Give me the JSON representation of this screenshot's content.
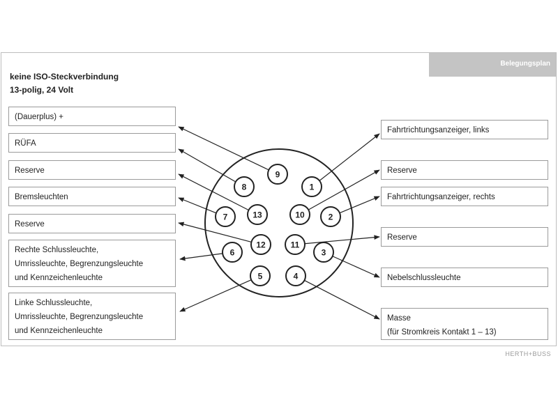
{
  "header": {
    "tab_label": "Belegungsplan",
    "title": "keine ISO-Steckverbindung",
    "subtitle": "13-polig, 24 Volt"
  },
  "left_labels": [
    {
      "lines": [
        "(Dauerplus) +"
      ]
    },
    {
      "lines": [
        "RÜFA"
      ]
    },
    {
      "lines": [
        "Reserve"
      ]
    },
    {
      "lines": [
        "Bremsleuchten"
      ]
    },
    {
      "lines": [
        "Reserve"
      ]
    },
    {
      "lines": [
        "Rechte Schlussleuchte,",
        "Umrissleuchte, Begrenzungsleuchte",
        "und Kennzeichenleuchte"
      ]
    },
    {
      "lines": [
        "Linke Schlussleuchte,",
        "Umrissleuchte, Begrenzungsleuchte",
        "und Kennzeichenleuchte"
      ]
    }
  ],
  "right_labels": [
    {
      "lines": [
        "Fahrtrichtungsanzeiger, links"
      ]
    },
    {
      "lines": [
        "Reserve"
      ]
    },
    {
      "lines": [
        "Fahrtrichtungsanzeiger, rechts"
      ]
    },
    {
      "lines": [
        "Reserve"
      ]
    },
    {
      "lines": [
        "Nebelschlussleuchte"
      ]
    },
    {
      "lines": [
        "Masse",
        "(für Stromkreis Kontakt 1 – 13)"
      ]
    }
  ],
  "pins": [
    "1",
    "2",
    "3",
    "4",
    "5",
    "6",
    "7",
    "8",
    "9",
    "10",
    "11",
    "12",
    "13"
  ],
  "connections": [
    {
      "pin": "9",
      "side": "left",
      "index": 0
    },
    {
      "pin": "8",
      "side": "left",
      "index": 1
    },
    {
      "pin": "13",
      "side": "left",
      "index": 2
    },
    {
      "pin": "7",
      "side": "left",
      "index": 3
    },
    {
      "pin": "12",
      "side": "left",
      "index": 4
    },
    {
      "pin": "6",
      "side": "left",
      "index": 5
    },
    {
      "pin": "5",
      "side": "left",
      "index": 6
    },
    {
      "pin": "1",
      "side": "right",
      "index": 0
    },
    {
      "pin": "10",
      "side": "right",
      "index": 1
    },
    {
      "pin": "2",
      "side": "right",
      "index": 2
    },
    {
      "pin": "11",
      "side": "right",
      "index": 3
    },
    {
      "pin": "3",
      "side": "right",
      "index": 4
    },
    {
      "pin": "4",
      "side": "right",
      "index": 5
    }
  ],
  "brand": "HERTH+BUSS",
  "colors": {
    "tab": "#c4c4c4",
    "line": "#222222",
    "box_border": "#9a9a9a"
  }
}
